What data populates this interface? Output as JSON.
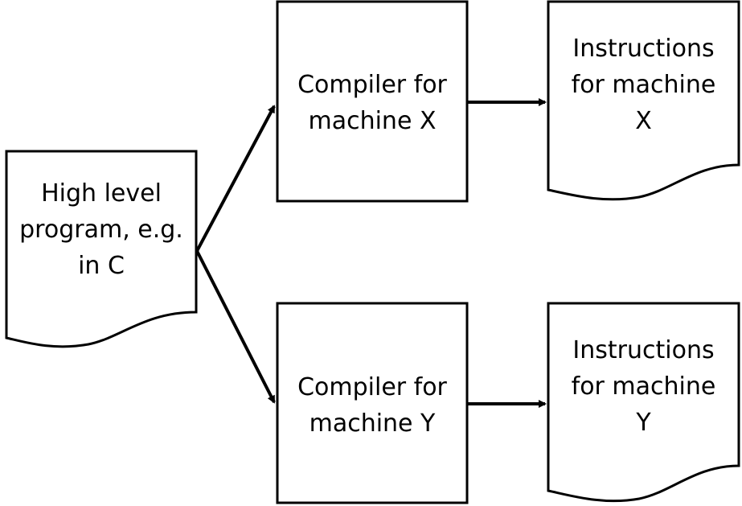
{
  "nodes": {
    "source": {
      "kind": "document",
      "lines": [
        "High level",
        "program, e.g.",
        "in C"
      ]
    },
    "compiler_x": {
      "kind": "process",
      "lines": [
        "Compiler for",
        "machine X"
      ]
    },
    "compiler_y": {
      "kind": "process",
      "lines": [
        "Compiler for",
        "machine Y"
      ]
    },
    "output_x": {
      "kind": "document",
      "lines": [
        "Instructions",
        "for machine",
        "X"
      ]
    },
    "output_y": {
      "kind": "document",
      "lines": [
        "Instructions",
        "for machine",
        "Y"
      ]
    }
  },
  "edges": [
    {
      "from": "source",
      "to": "compiler_x"
    },
    {
      "from": "source",
      "to": "compiler_y"
    },
    {
      "from": "compiler_x",
      "to": "output_x"
    },
    {
      "from": "compiler_y",
      "to": "output_y"
    }
  ],
  "colors": {
    "stroke": "#000000",
    "fill": "#ffffff",
    "text": "#000000"
  }
}
